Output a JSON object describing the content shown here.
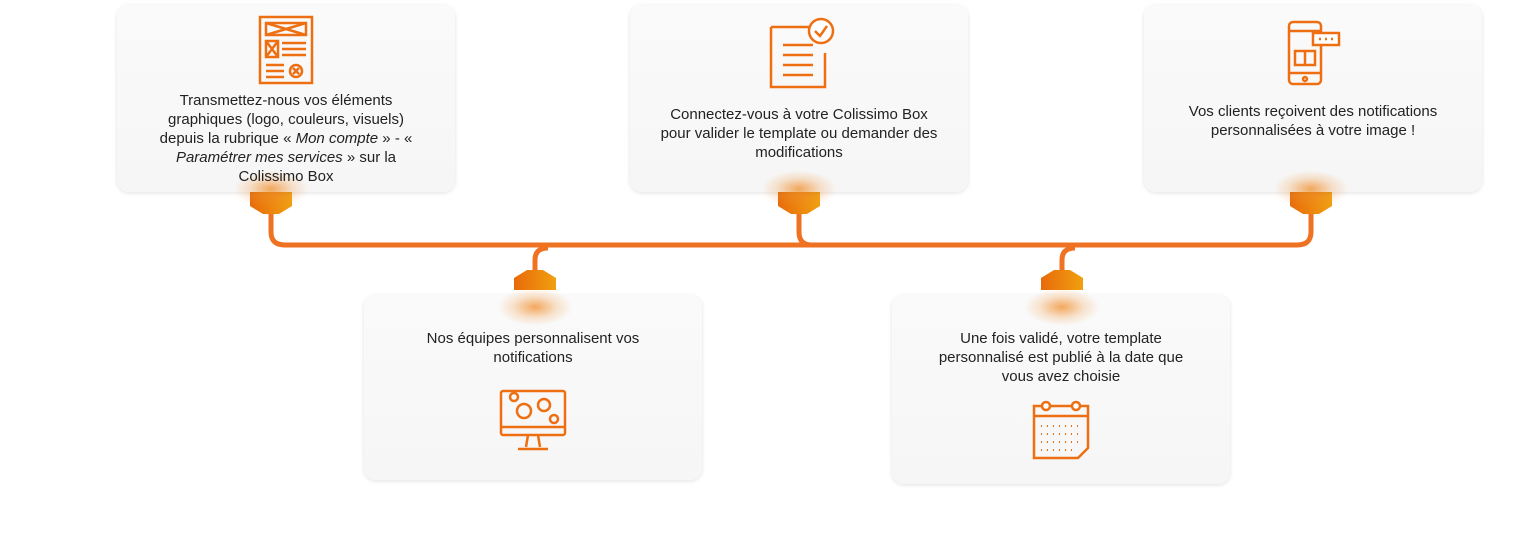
{
  "accent_color": "#ee6f12",
  "steps": [
    {
      "icon": "wireframe-document-icon",
      "text_parts": [
        "Transmettez-nous vos éléments graphiques (logo, couleurs, visuels) depuis la rubrique « ",
        "Mon compte",
        " » - « ",
        "Paramétrer mes services",
        " » sur la Colissimo Box"
      ]
    },
    {
      "icon": "nouvelle-etape",
      "text": "Nos équipes personnalisent vos notifications"
    },
    {
      "icon": "checked-document-icon",
      "text": "Connectez-vous à votre Colissimo Box pour valider le template ou demander des modifications"
    },
    {
      "icon": "calendar-icon",
      "text": "Une fois validé, votre template personnalisé est publié à la date que vous avez choisie"
    },
    {
      "icon": "smartphone-notification-icon",
      "text": "Vos clients reçoivent des notifications personnalisées à votre image !"
    }
  ]
}
